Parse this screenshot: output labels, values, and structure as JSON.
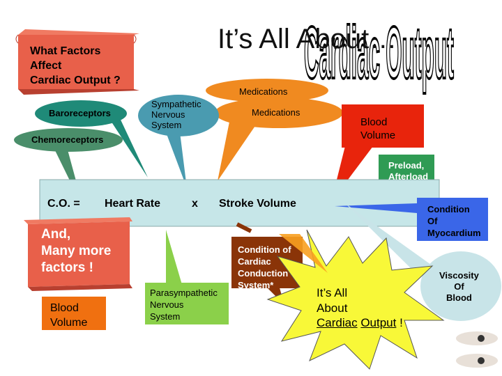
{
  "title": "It’s All About…",
  "wordart": "Cardiac Output",
  "scroll": {
    "label": "What Factors\nAffect\nCardiac Output ?"
  },
  "bubbles": {
    "baroreceptors": "Baroreceptors",
    "chemoreceptors": "Chemoreceptors",
    "sympathetic": "Sympathetic\nNervous\nSystem",
    "medications_top": "Medications",
    "medications": "Medications",
    "blood_volume_top": "Blood\nVolume",
    "preload": "Preload,\nAfterload",
    "myocardium": "Condition\nOf\nMyocardium",
    "conduction": "Condition of\nCardiac\nConduction\nSystem*",
    "viscosity": "Viscosity\nOf\nBlood",
    "blood_volume_bottom": "Blood\nVolume",
    "parasympathetic": "Parasympathetic\nNervous\nSystem"
  },
  "equation": {
    "co": "C.O. =",
    "heart_rate": "Heart Rate",
    "times": "x",
    "stroke_volume": "Stroke Volume"
  },
  "scroll2": {
    "label": "And,\nMany more\nfactors !"
  },
  "burst": {
    "line1": "It’s All\nAbout",
    "word1": "Cardiac",
    "word2": "Output",
    "end": " !"
  },
  "colors": {
    "scroll": "#e8604a",
    "scroll2": "#e8604a",
    "equation_bar": "#c6e6e8",
    "baroreceptors": "#1f8a78",
    "chemoreceptors": "#4a8e6a",
    "sympathetic": "#4a9bb0",
    "medications": "#f08a20",
    "blood_volume_top": "#e8240c",
    "preload": "#2f9b54",
    "myocardium": "#3a66e8",
    "conduction": "#8a3408",
    "viscosity": "#c8e4e8",
    "blood_volume_bottom": "#f07010",
    "parasympathetic": "#8bd04a",
    "burst": "#f8f838"
  }
}
